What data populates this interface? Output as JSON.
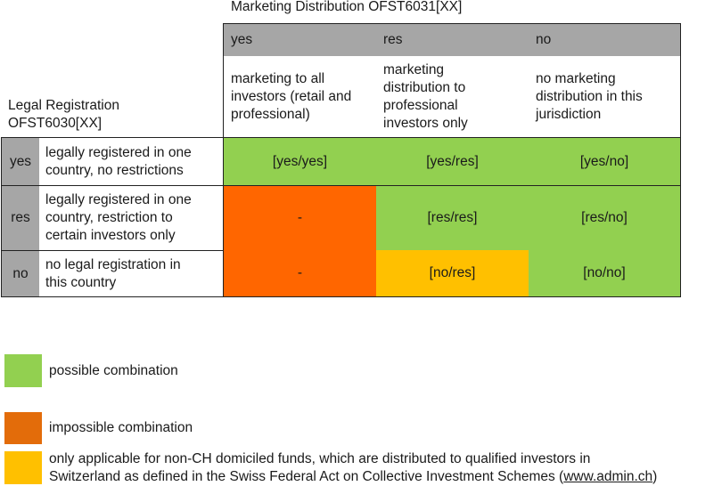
{
  "header": {
    "marketing_title": "Marketing Distribution OFST6031[XX]",
    "legal_title": "Legal Registration\nOFST6030[XX]"
  },
  "columns": [
    {
      "code": "yes",
      "description": "marketing to all\ninvestors (retail and\nprofessional)"
    },
    {
      "code": "res",
      "description": "marketing\ndistribution to\nprofessional\ninvestors only"
    },
    {
      "code": "no",
      "description": "no marketing\ndistribution in this\njurisdiction"
    }
  ],
  "rows": [
    {
      "code": "yes",
      "description": "legally registered in one\ncountry, no restrictions",
      "cells": [
        {
          "text": "[yes/yes]",
          "status": "possible"
        },
        {
          "text": "[yes/res]",
          "status": "possible"
        },
        {
          "text": "[yes/no]",
          "status": "possible"
        }
      ]
    },
    {
      "code": "res",
      "description": "legally registered in one\ncountry, restriction to\ncertain investors only",
      "cells": [
        {
          "text": "-",
          "status": "impossible"
        },
        {
          "text": "[res/res]",
          "status": "possible"
        },
        {
          "text": "[res/no]",
          "status": "possible"
        }
      ]
    },
    {
      "code": "no",
      "description": "no legal registration in\nthis country",
      "cells": [
        {
          "text": "-",
          "status": "impossible"
        },
        {
          "text": "[no/res]",
          "status": "non_ch"
        },
        {
          "text": "[no/no]",
          "status": "possible"
        }
      ]
    }
  ],
  "colors": {
    "possible": "#92d050",
    "impossible": "#ff6600",
    "non_ch": "#ffc000",
    "legend_impossible": "#e36c0a",
    "header_gray": "#a6a6a6"
  },
  "legend": [
    {
      "key": "possible",
      "label": "possible combination"
    },
    {
      "key": "impossible",
      "label": "impossible combination"
    },
    {
      "key": "non_ch",
      "label_line1": "only applicable for non-CH domiciled funds, which are distributed to qualified investors in",
      "label_line2_prefix": "Switzerland as defined in the Swiss Federal Act on Collective Investment Schemes (",
      "link": "www.admin.ch",
      "label_line2_suffix": ")"
    }
  ]
}
